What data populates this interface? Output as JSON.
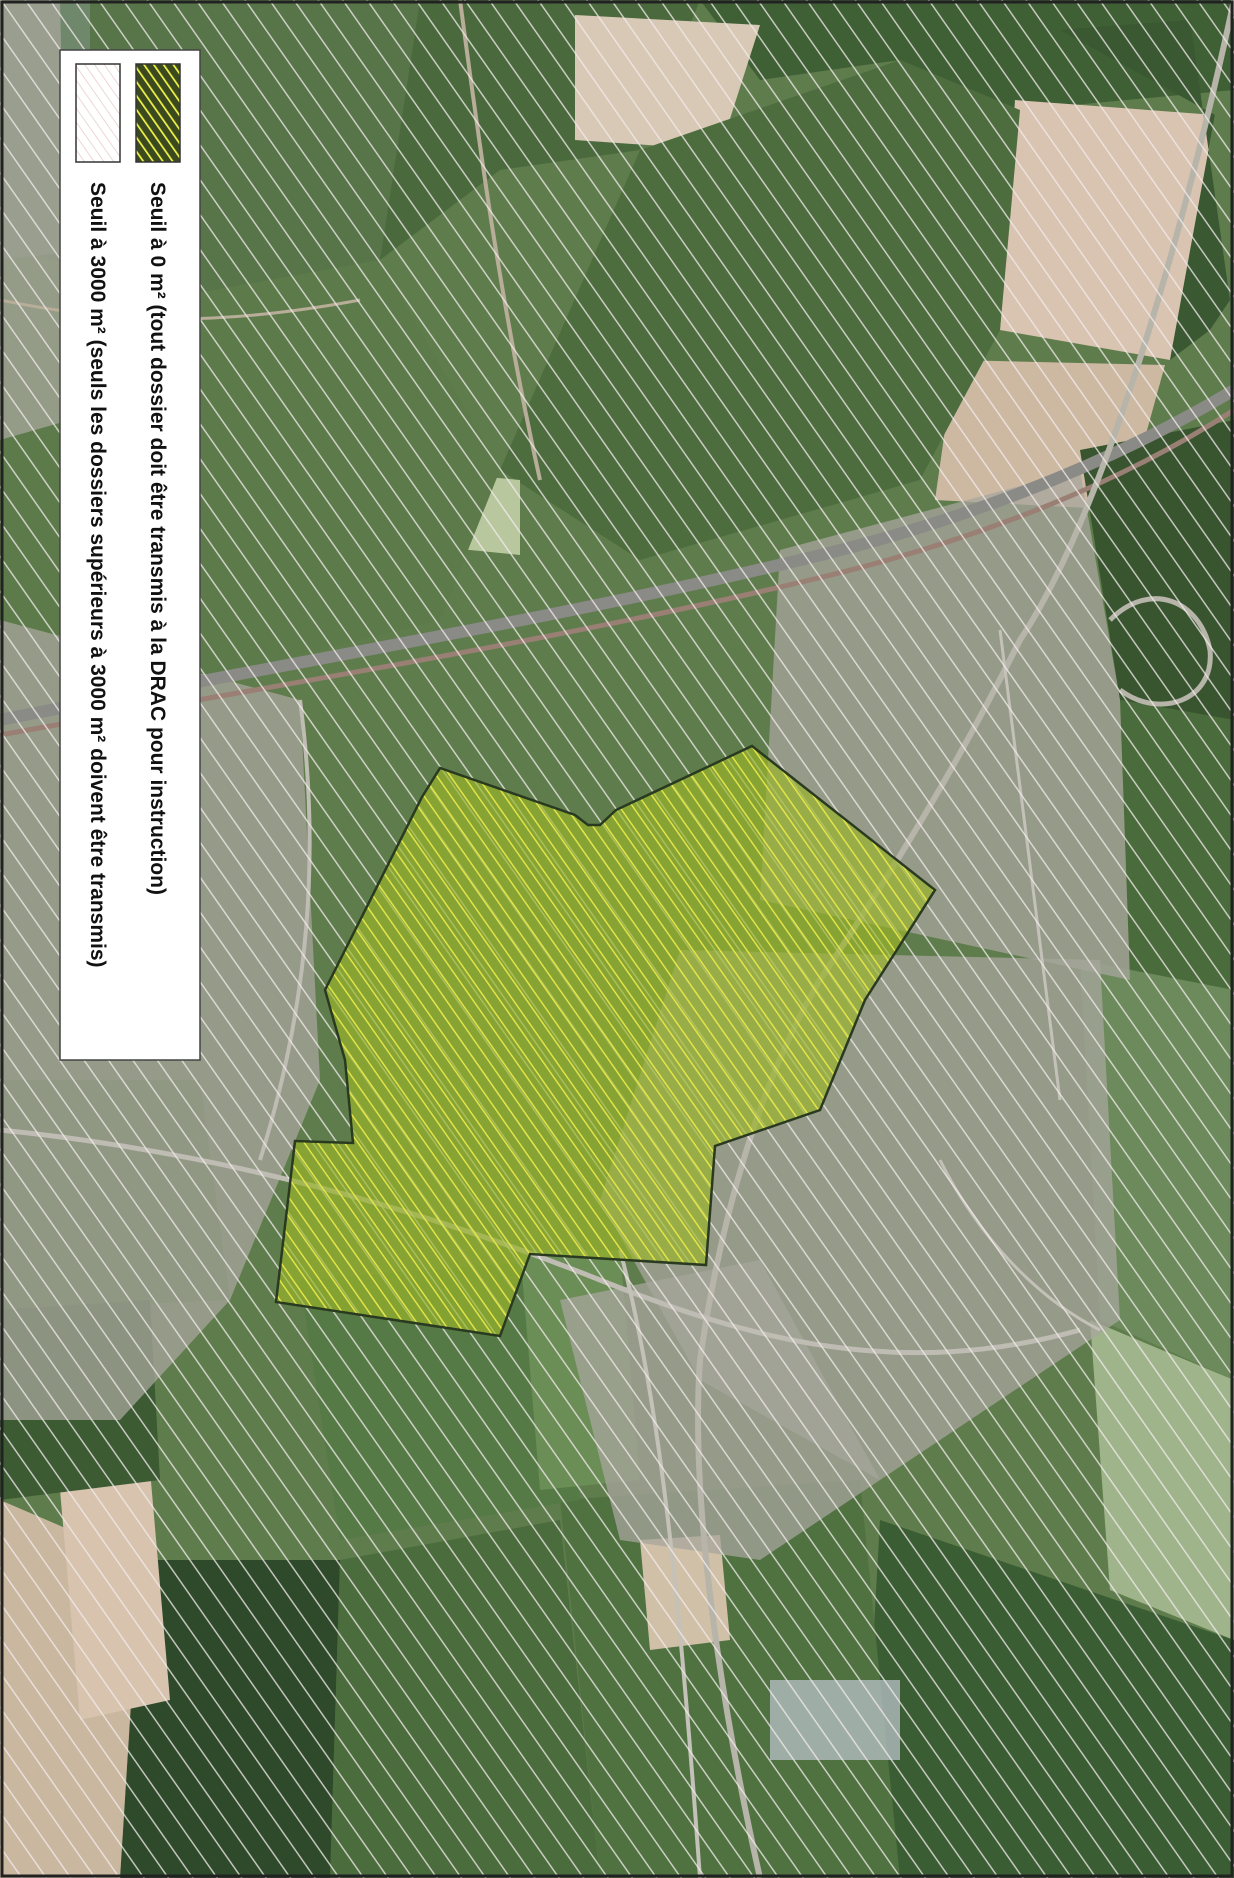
{
  "map": {
    "type": "aerial-photo",
    "orientation": "rotated-90-clockwise",
    "colors": {
      "field_dark": "#3d5a33",
      "field_mid": "#5f7d4c",
      "field_light": "#8fa070",
      "bare_soil": "#d6c4ad",
      "urban": "#a9a79f",
      "hatch_white": "#f3ecec",
      "hatch_yellow": "#e6e64a",
      "zone_fill": "#9ab528",
      "zone_outline": "#2a3a20",
      "legend_bg": "#ffffff",
      "legend_text": "#111111",
      "frame": "#222222"
    }
  },
  "legend": {
    "items": [
      {
        "label": "Seuil à 0 m² (tout dossier doit être transmis à la DRAC pour instruction)",
        "swatch": "yellow-hatch"
      },
      {
        "label": "Seuil à 3000 m² (seuls les dossiers supérieurs à 3000 m² doivent être transmis)",
        "swatch": "white-hatch"
      }
    ]
  }
}
